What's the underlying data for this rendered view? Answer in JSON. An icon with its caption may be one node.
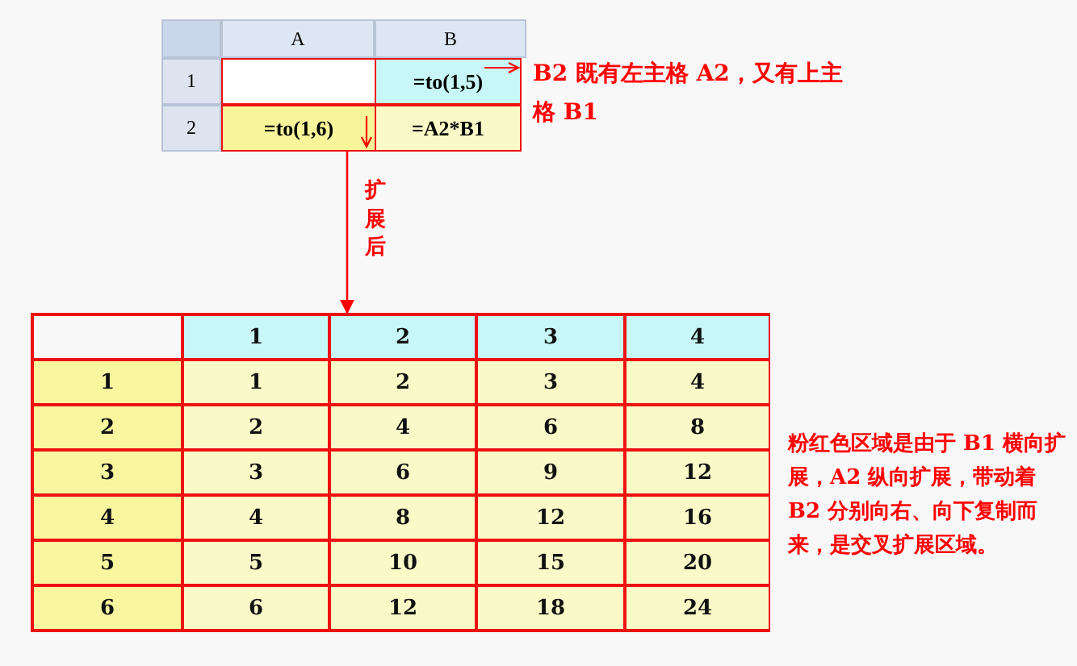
{
  "diagram": {
    "nodes": [
      {
        "text": [],
        "shape": "box"
      },
      {
        "text": [],
        "shape": "box"
      }
    ],
    "edges": [
      {
        "from": 0,
        "to": 1,
        "arrow": "to",
        "label": "扩展后"
      }
    ],
    "labels": [
      "A",
      "B",
      "1",
      "=to(1,5)",
      "2",
      "=to(1,6)",
      "=A2*B1",
      "B2 既有左主格 A2，又有上主格 B1",
      "1",
      "2",
      "3",
      "4",
      "1",
      "1",
      "2",
      "3",
      "4",
      "2",
      "2",
      "4",
      "6",
      "8",
      "3",
      "3",
      "6",
      "9",
      "12",
      "4",
      "4",
      "8",
      "12",
      "16",
      "5",
      "5",
      "10",
      "15",
      "20",
      "6",
      "6",
      "12",
      "18",
      "24",
      "粉红色区域是由于 B1 横向扩展，A2 纵向扩展，带动着 B2 分别向右、向下复制而来，是交叉扩展区域。"
    ]
  }
}
